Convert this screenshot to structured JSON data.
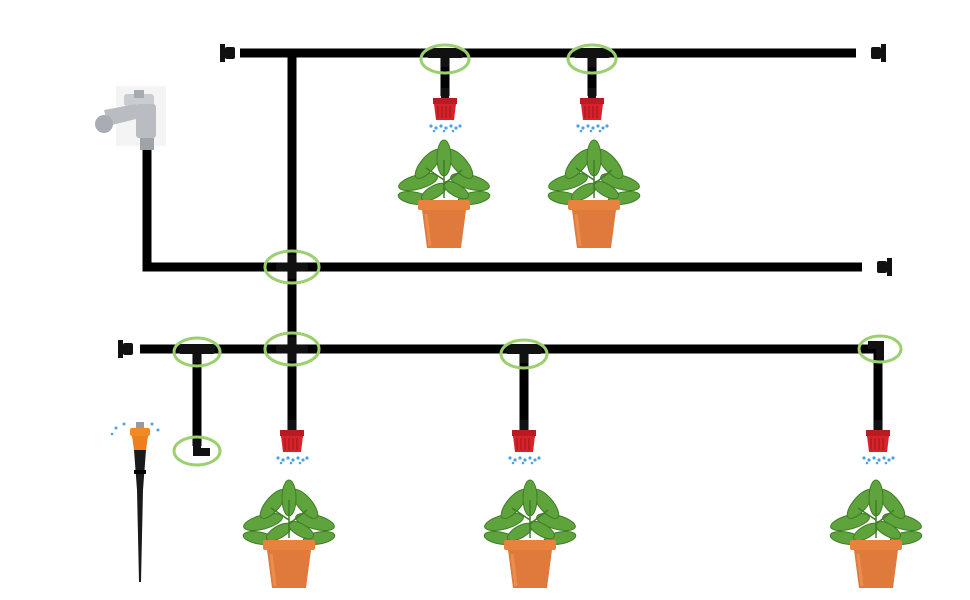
{
  "title": "",
  "colors": {
    "pipe": "#000000",
    "highlight": "#9ccf6f",
    "emitter_cap": "#d8232a",
    "spray": "#4aa3e6",
    "pot": "#e07a3c",
    "leaf": "#5ea33c",
    "stake_tip": "#f08a24",
    "faucet": "#b9bdc2"
  },
  "components": {
    "faucet": {
      "icon": "faucet-icon"
    },
    "tee_connector": {
      "icon": "tee-connector-icon",
      "count": 5
    },
    "cross_connector": {
      "icon": "cross-connector-icon",
      "count": 2
    },
    "elbow_connector": {
      "icon": "elbow-connector-icon",
      "count": 2
    },
    "end_plug": {
      "icon": "end-plug-icon",
      "count": 4
    },
    "drip_emitter": {
      "icon": "drip-emitter-icon",
      "count": 5
    },
    "potted_plant": {
      "icon": "potted-plant-icon",
      "count": 5
    },
    "stake_sprayer": {
      "icon": "stake-sprayer-icon",
      "count": 1
    }
  }
}
